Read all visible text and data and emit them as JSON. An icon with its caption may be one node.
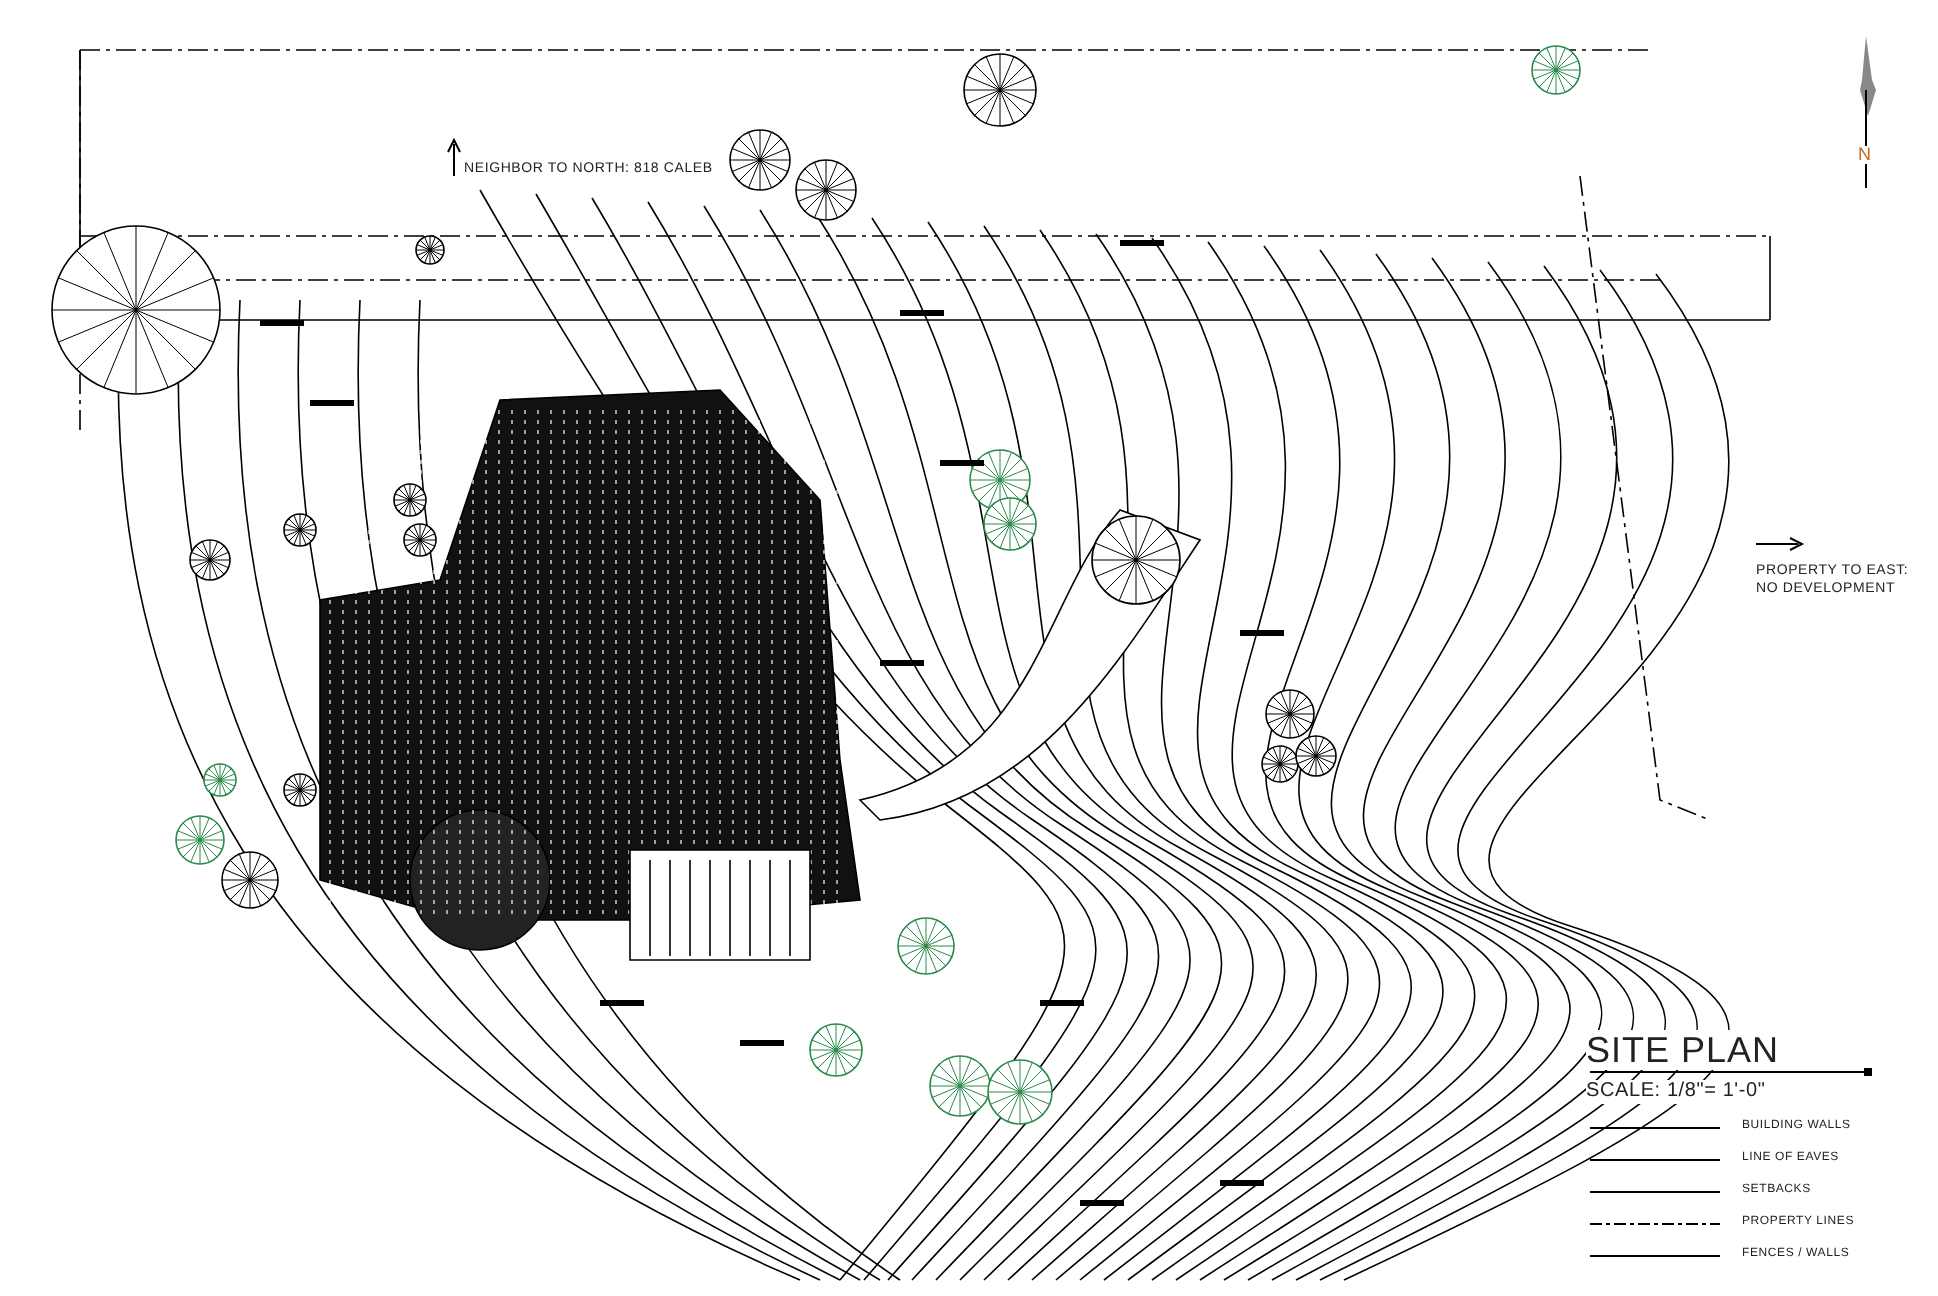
{
  "diagram": {
    "title": "SITE PLAN",
    "labels": [
      "NEIGHBOR TO NORTH: 818 CALEB",
      "N",
      "PROPERTY TO EAST: NO DEVELOPMENT",
      "SCALE:  1/8\"= 1'-0\""
    ],
    "legend": [
      {
        "text": "BUILDING WALLS"
      },
      {
        "text": "LINE OF EAVES"
      },
      {
        "text": "SETBACKS"
      },
      {
        "text": "PROPERTY LINES"
      },
      {
        "text": "FENCES / WALLS"
      }
    ]
  }
}
